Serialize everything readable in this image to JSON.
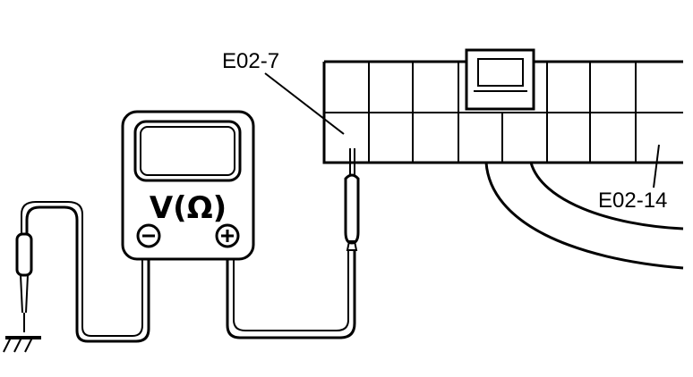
{
  "labels": {
    "pin_left": "E02-7",
    "pin_right": "E02-14"
  },
  "meter": {
    "title": "V(Ω)",
    "neg_symbol": "−",
    "pos_symbol": "+"
  }
}
